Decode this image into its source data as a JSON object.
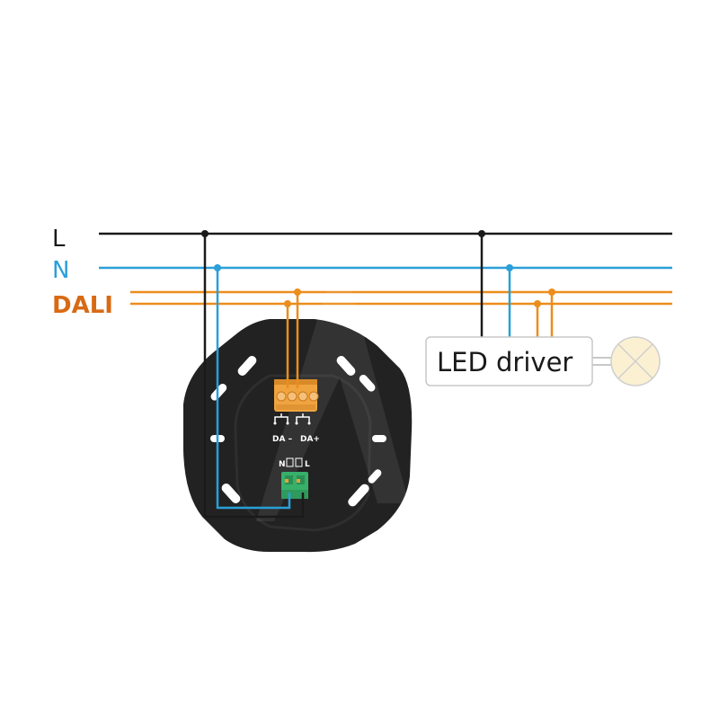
{
  "buses": {
    "l_label": "L",
    "n_label": "N",
    "dali_label": "DALI"
  },
  "module": {
    "dali_minus_label": "DA –",
    "dali_plus_label": "DA+",
    "n_label": "N",
    "l_label": "L"
  },
  "driver": {
    "label": "LED driver"
  },
  "colors": {
    "live": "#1a1a1a",
    "neutral": "#2a9fd8",
    "dali": "#ec8d1c",
    "dali_label": "#d86a14",
    "module_body": "#222222",
    "terminal_orange": "#f0a440",
    "terminal_green": "#37b06a",
    "lamp_fill": "#fbf1d2"
  }
}
